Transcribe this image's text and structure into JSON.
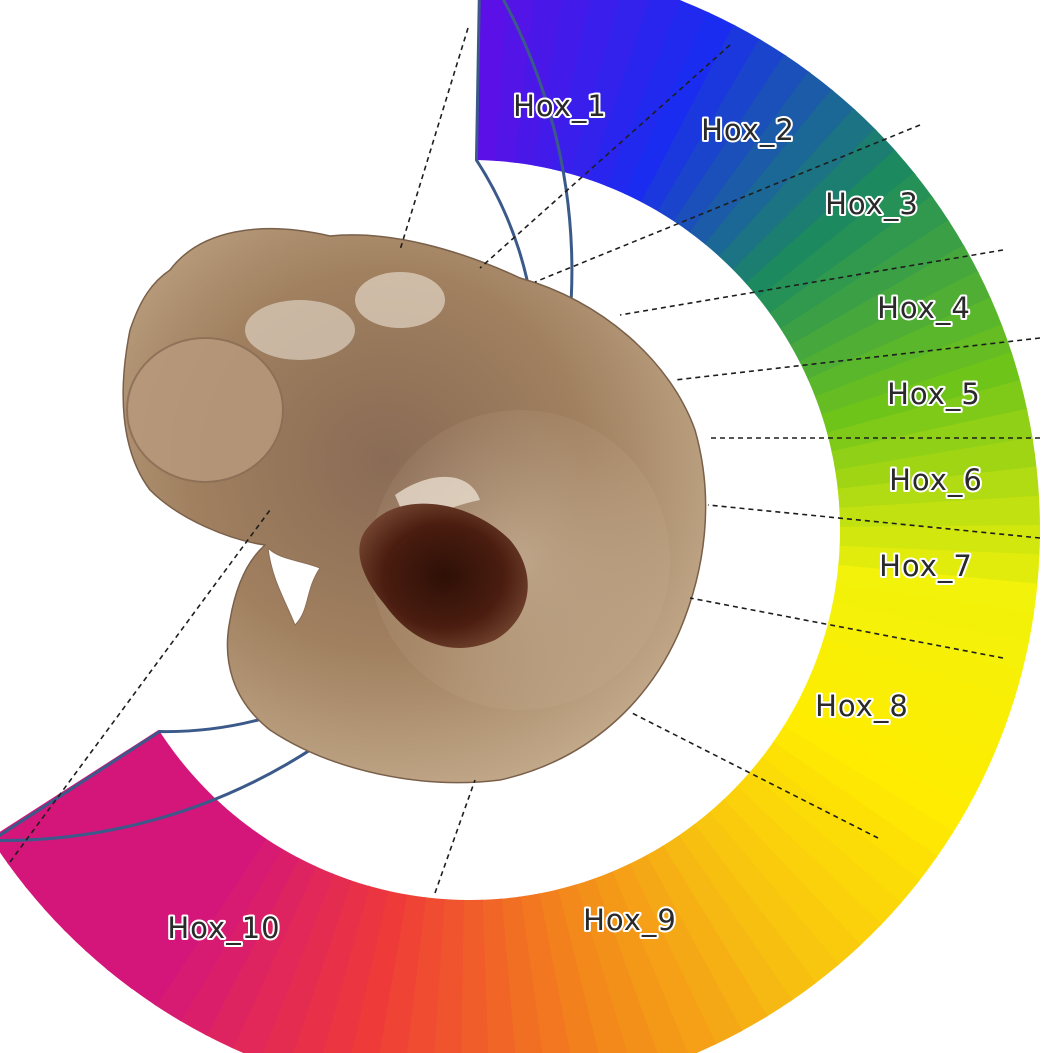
{
  "diagram": {
    "segments": [
      {
        "label": "Hox_1",
        "color": "#5a10e6"
      },
      {
        "label": "Hox_2",
        "color": "#1a2cf0"
      },
      {
        "label": "Hox_3",
        "color": "#1c8a5e"
      },
      {
        "label": "Hox_4",
        "color": "#6fc41a"
      },
      {
        "label": "Hox_5",
        "color": "#f2f20a"
      },
      {
        "label": "Hox_6",
        "color": "#ffec00"
      },
      {
        "label": "Hox_7",
        "color": "#f7c010"
      },
      {
        "label": "Hox_8",
        "color": "#f2801c"
      },
      {
        "label": "Hox_9",
        "color": "#ee3a38"
      },
      {
        "label": "Hox_10",
        "color": "#d4157a"
      }
    ],
    "embryo": {
      "subject": "embryo photograph",
      "tissue_color": "#a98b6a",
      "dark_region_color": "#3e1a10"
    },
    "ring_outline_color": "#3b5a8a"
  }
}
